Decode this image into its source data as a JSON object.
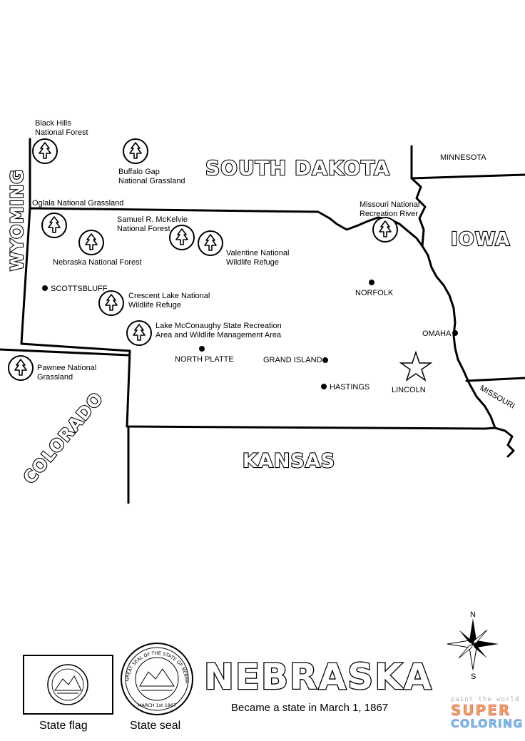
{
  "states": {
    "south_dakota": "SOUTH DAKOTA",
    "wyoming": "WYOMING",
    "iowa": "IOWA",
    "minnesota": "MINNESOTA",
    "colorado": "COLORADO",
    "kansas": "KANSAS",
    "missouri": "MISSOURI"
  },
  "parks": [
    {
      "name_lines": [
        "Black Hills",
        "National Forest"
      ]
    },
    {
      "name_lines": [
        "Buffalo Gap",
        "National Grassland"
      ]
    },
    {
      "name_lines": [
        "Oglala National Grassland"
      ]
    },
    {
      "name_lines": [
        "Samuel R. McKelvie",
        "National Forest"
      ]
    },
    {
      "name_lines": [
        "Valentine National",
        "Wildlife Refuge"
      ]
    },
    {
      "name_lines": [
        "Nebraska National Forest"
      ]
    },
    {
      "name_lines": [
        "Missouri National",
        "Recreation River"
      ]
    },
    {
      "name_lines": [
        "Crescent Lake National",
        "Wildlife Refuge"
      ]
    },
    {
      "name_lines": [
        "Lake McConaughy State Recreation",
        "Area and Wildlife Management Area"
      ]
    },
    {
      "name_lines": [
        "Pawnee National",
        "Grassland"
      ]
    }
  ],
  "cities": [
    "SCOTTSBLUFF",
    "NORFOLK",
    "OMAHA",
    "NORTH PLATTE",
    "GRAND ISLAND",
    "HASTINGS"
  ],
  "capital": "LINCOLN",
  "title": "NEBRASKA",
  "subtitle": "Became a state in March 1, 1867",
  "flag_caption": "State flag",
  "seal_caption": "State seal",
  "seal_text": "GREAT SEAL OF THE STATE OF NEBRASKA",
  "seal_date": "MARCH 1st 1867",
  "compass": {
    "north": "N",
    "south": "S"
  },
  "watermark": {
    "tagline": "paint the world",
    "line1": "SUPER",
    "line2": "COLORING"
  }
}
